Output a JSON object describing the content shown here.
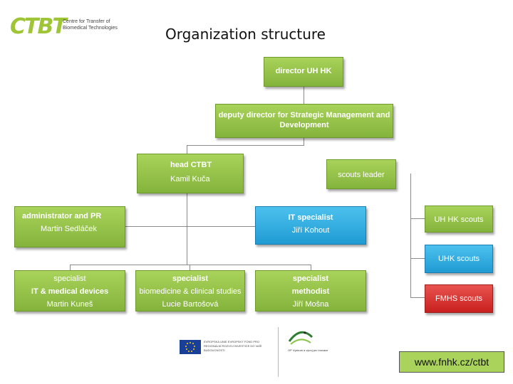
{
  "logo": {
    "mark": "CTBT",
    "text_line1": "Centre for Transfer of",
    "text_line2": "Biomedical Technologies"
  },
  "title": "Organization structure",
  "nodes": {
    "director": {
      "line1": "director UH HK"
    },
    "deputy": {
      "line1": "deputy director for Strategic Management and Development"
    },
    "head": {
      "line1": "head CTBT",
      "line2": "Kamil Kuča"
    },
    "scouts_leader": {
      "line1": "scouts leader"
    },
    "admin_pr": {
      "line1": "administrator and PR",
      "line2": "Martin Sedláček"
    },
    "it_specialist": {
      "line1": "IT specialist",
      "line2": "Jiří Kohout"
    },
    "spec_it_med": {
      "line0": "specialist",
      "line1": "IT & medical devices",
      "line2": "Martin Kuneš"
    },
    "spec_biomed": {
      "line0": "specialist",
      "line1": "biomedicine & clinical studies",
      "line2": "Lucie Bartošová"
    },
    "spec_method": {
      "line0": "specialist",
      "line1": "methodist",
      "line2": "Jiří Mošna"
    },
    "uh_hk_scouts": {
      "line1": "UH HK scouts"
    },
    "uhk_scouts": {
      "line1": "UHK scouts"
    },
    "fmhs_scouts": {
      "line1": "FMHS scouts"
    }
  },
  "colors": {
    "green": "#9ac94c",
    "blue": "#2aa7dd",
    "red": "#d6302d"
  },
  "footer": {
    "eu_text": "EVROPSKÁ UNIE EVROPSKÝ FOND PRO REGIONÁLNÍ ROZVOJ INVESTICE DO VAŠÍ BUDOUCNOSTI",
    "op_text": "OP Výzkum a vývoj pro inovace",
    "url": "www.fnhk.cz/ctbt"
  }
}
